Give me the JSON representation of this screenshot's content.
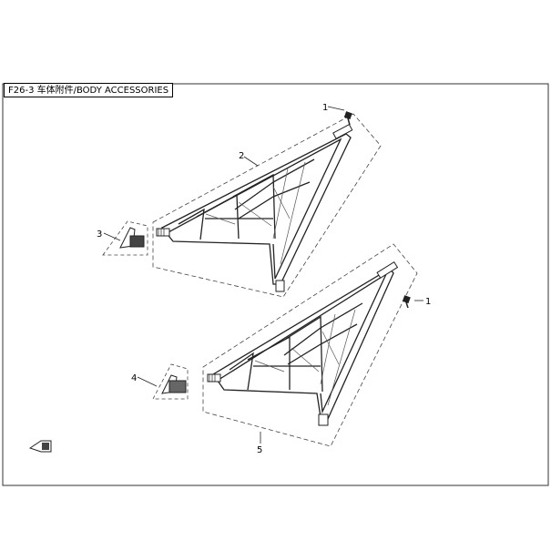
{
  "diagram": {
    "title": "F26-3 车体附件/BODY ACCESSORIES",
    "callouts": [
      {
        "id": "1",
        "label": "1"
      },
      {
        "id": "2",
        "label": "2"
      },
      {
        "id": "3",
        "label": "3"
      },
      {
        "id": "1b",
        "label": "1"
      },
      {
        "id": "4",
        "label": "4"
      },
      {
        "id": "5",
        "label": "5"
      }
    ]
  }
}
